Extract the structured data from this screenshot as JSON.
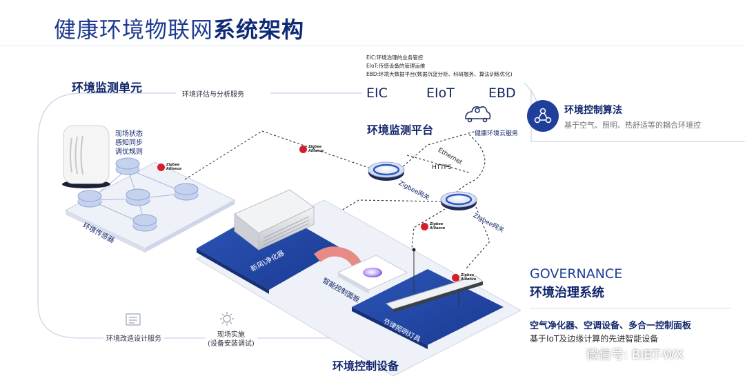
{
  "title": {
    "light": "健康环境物联网",
    "bold": "系统架构"
  },
  "monitor_unit": {
    "title": "环境监测单元",
    "service": "环境评估与分析服务",
    "device_caption": [
      "现场状态",
      "感知同步",
      "调优规则"
    ],
    "sensor_label": "环境传感器"
  },
  "platform": {
    "desc_lines": [
      "EIC:环境治理的业务管控",
      "EIoT:传感设备的管理运维",
      "EBD:环境大数据平台(数据沉淀分析、科研服务、算法训练优化)"
    ],
    "modules": [
      "EIC",
      "EIoT",
      "EBD"
    ],
    "title": "环境监测平台",
    "cloud_label": "健康环境云服务"
  },
  "algorithm": {
    "title": "环境控制算法",
    "desc": "基于空气、照明、热舒适等的耦合环境控"
  },
  "network": {
    "ethernet": "Ethernet",
    "https": "HTTPS",
    "gateway": "Zigbee网关",
    "zigbee_badge": [
      "Zigbee",
      "Alliance"
    ]
  },
  "control": {
    "purifier": "新风\\净化器",
    "panel": "智能控制面板",
    "lighting": "节律照明灯具",
    "title": "环境控制设备",
    "design_service": "环境改造设计服务",
    "field_impl": [
      "现场实施",
      "(设备安装调试)"
    ]
  },
  "governance": {
    "en": "GOVERNANCE",
    "title": "环境治理系统",
    "line1": "空气净化器、空调设备、多合一控制面板",
    "line2": "基于IoT及边缘计算的先进智能设备"
  },
  "watermark": "微信号: BIBT-WX",
  "colors": {
    "primary": "#1f3f9a",
    "accent_red": "#e0544d",
    "dark_text": "#10256b"
  }
}
